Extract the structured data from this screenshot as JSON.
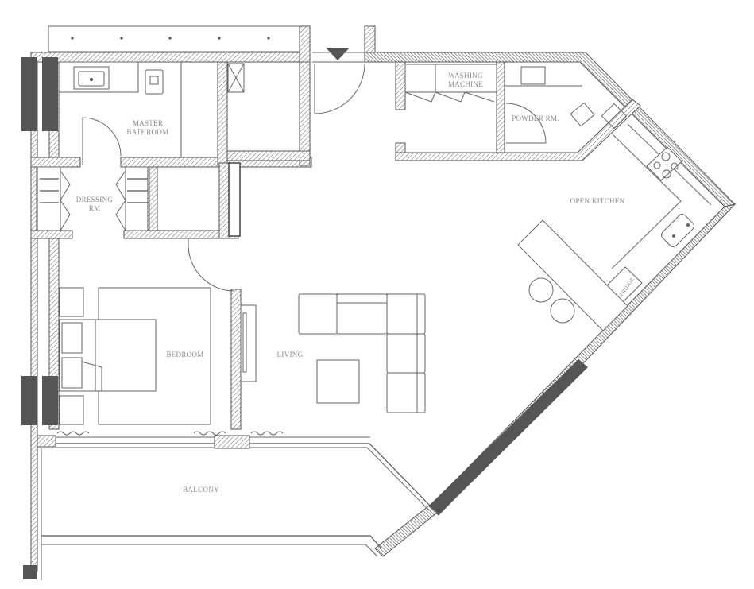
{
  "plan": {
    "type": "apartment floor plan",
    "colors": {
      "wall": "#555555",
      "line": "#666666",
      "label": "#8a8a8a",
      "background": "#ffffff"
    }
  },
  "rooms": {
    "master_bathroom": {
      "label_line1": "MASTER",
      "label_line2": "BATHROOM"
    },
    "dressing_rm": {
      "label_line1": "DRESSING",
      "label_line2": "RM"
    },
    "washing_machine": {
      "label_line1": "WASHING",
      "label_line2": "MACHINE"
    },
    "powder_rm": {
      "label": "POWDER RM."
    },
    "open_kitchen": {
      "label": "OPEN KITCHEN"
    },
    "fridge": {
      "label": "FRIDGE"
    },
    "bedroom": {
      "label": "BEDROOM"
    },
    "living": {
      "label": "LIVING"
    },
    "balcony": {
      "label": "BALCONY"
    }
  },
  "entrance": {
    "icon": "entrance-arrow-icon"
  }
}
